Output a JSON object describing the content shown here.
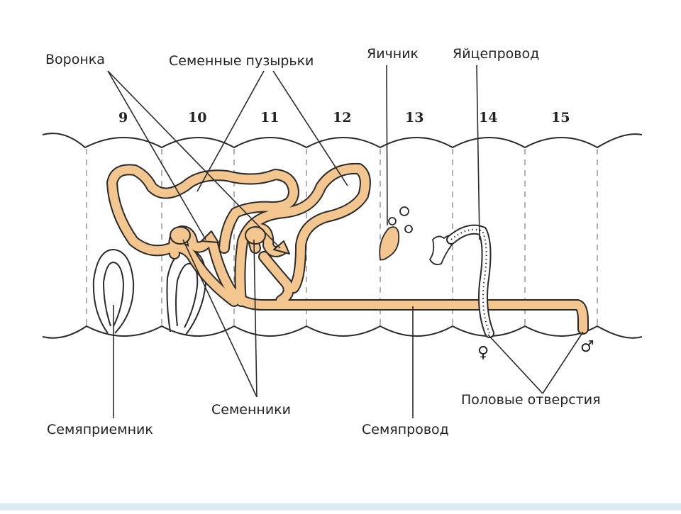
{
  "labels": {
    "funnel": "Воронка",
    "seminal_vesicles": "Семенные пузырьки",
    "ovary": "Яичник",
    "oviduct": "Яйцепровод",
    "seminal_receptacle": "Семяприемник",
    "testes": "Семенники",
    "sperm_duct": "Семяпровод",
    "genital_openings": "Половые отверстия"
  },
  "segments": [
    "9",
    "10",
    "11",
    "12",
    "13",
    "14",
    "15"
  ],
  "symbols": {
    "female": "♀",
    "male": "♂"
  },
  "colors": {
    "organ_fill": "#f2c68e",
    "outline": "#2a2a2a",
    "oviduct_fill": "#ffffff",
    "background": "#ffffff"
  }
}
